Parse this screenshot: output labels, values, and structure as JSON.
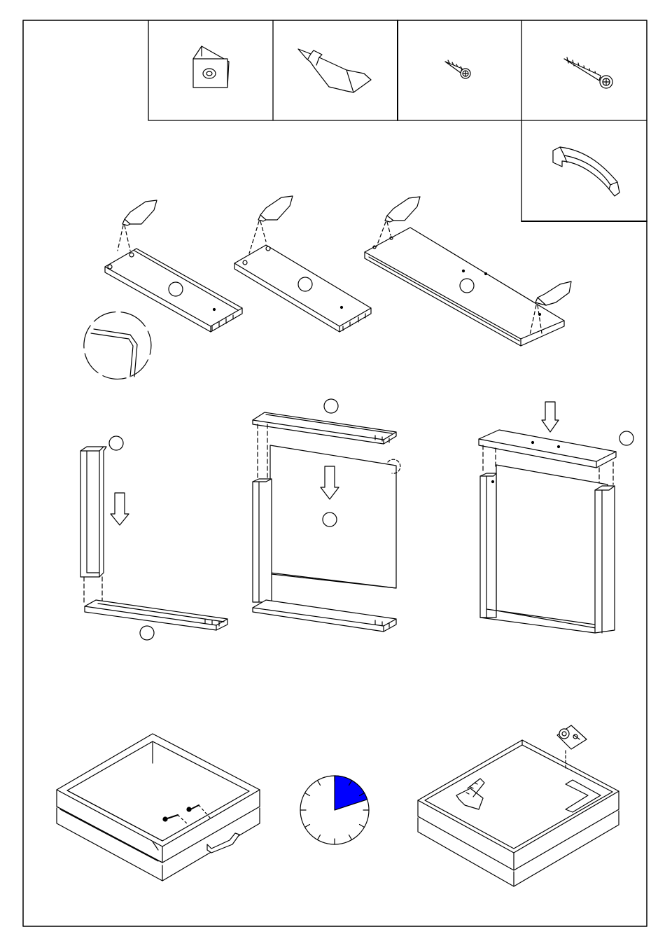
{
  "page": {
    "title": "",
    "background_color": "#ffffff",
    "line_color": "#000000",
    "accent_color": "#0000ff"
  },
  "hardware_table": {
    "items": [
      {
        "icon": "cam-lock-fitting-icon",
        "label": ""
      },
      {
        "icon": "glue-tube-icon",
        "label": ""
      },
      {
        "icon": "short-screw-icon",
        "label": ""
      },
      {
        "icon": "long-screw-icon",
        "label": ""
      },
      {
        "icon": "drawer-handle-icon",
        "label": ""
      }
    ]
  },
  "steps": [
    {
      "id": "glue-panels",
      "part_markers": [
        "",
        "",
        ""
      ]
    },
    {
      "id": "frame-assembly",
      "part_markers": [
        "",
        "",
        "",
        "",
        ""
      ]
    },
    {
      "id": "finish-drawer",
      "part_markers": []
    }
  ],
  "timer": {
    "icon": "clock-timer-icon",
    "elapsed_fraction": 0.2,
    "fill_color": "#0000ff",
    "ticks": 12
  }
}
